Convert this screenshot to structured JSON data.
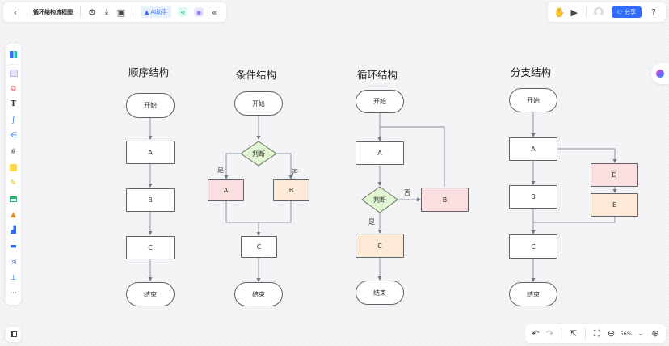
{
  "toolbar": {
    "doc_title": "循环结构流程图",
    "ai_label": "AI助手",
    "share_label": "分享",
    "icons": [
      "back-icon",
      "settings-icon",
      "download-icon",
      "save-icon",
      "ai-assistant-icon",
      "share-graph-icon",
      "plugin-icon",
      "collapse-icon"
    ],
    "right_icons": [
      "hand-icon",
      "present-icon",
      "avatar",
      "share-icon",
      "help-icon"
    ]
  },
  "sidebar": {
    "items": [
      "template-icon",
      "image-icon",
      "shape-icon",
      "text-icon",
      "connector-icon",
      "mindmap-icon",
      "frame-icon",
      "sticky-note-icon",
      "pen-icon",
      "table-icon",
      "pyramid-icon",
      "chart-icon",
      "folder-icon",
      "plugin-icon",
      "org-chart-icon",
      "more-icon"
    ]
  },
  "bottom": {
    "zoom_level": "56%"
  },
  "diagrams": {
    "sequence": {
      "title": "顺序结构",
      "start": "开始",
      "a": "A",
      "b": "B",
      "c": "C",
      "end": "结束"
    },
    "condition": {
      "title": "条件结构",
      "start": "开始",
      "decision": "判断",
      "yes": "是",
      "no": "否",
      "a": "A",
      "b": "B",
      "c": "C",
      "end": "结束"
    },
    "loop": {
      "title": "循环结构",
      "start": "开始",
      "a": "A",
      "decision": "判断",
      "no": "否",
      "yes": "是",
      "b": "B",
      "c": "C",
      "end": "结束"
    },
    "branch": {
      "title": "分支结构",
      "start": "开始",
      "a": "A",
      "b": "B",
      "c": "C",
      "d": "D",
      "e": "E",
      "end": "结束"
    }
  },
  "colors": {
    "primary": "#2f6bff",
    "node_pink": "#fbdfe0",
    "node_peach": "#fde9d7",
    "decision_green": "#e2f5d3",
    "edge": "#7a8494"
  }
}
